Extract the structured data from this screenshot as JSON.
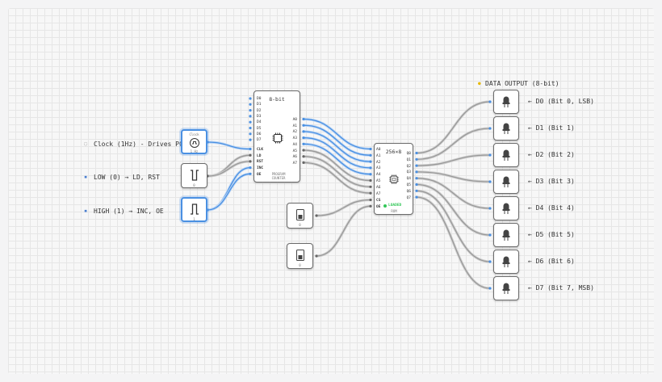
{
  "inputs": {
    "clock": {
      "label": "Clock (1Hz) - Drives PC",
      "title": "Clock",
      "freq": "1 Hz"
    },
    "low": {
      "label": "LOW (0) → LD, RST",
      "value": "0"
    },
    "high": {
      "label": "HIGH (1) → INC, OE",
      "value": "1"
    }
  },
  "counter": {
    "title": "8-bit",
    "name_line1": "PROGRAM",
    "name_line2": "COUNTER",
    "d_pins": [
      "D0",
      "D1",
      "D2",
      "D3",
      "D4",
      "D5",
      "D6",
      "D7"
    ],
    "ctrl_pins": [
      "CLK",
      "LD",
      "RST",
      "INC",
      "OE"
    ],
    "a_pins": [
      "A0",
      "A1",
      "A2",
      "A3",
      "A4",
      "A5",
      "A6",
      "A7"
    ]
  },
  "rom": {
    "title": "256×8",
    "status": "LOADED",
    "name": "ROM",
    "a_pins": [
      "A0",
      "A1",
      "A2",
      "A3",
      "A4",
      "A5",
      "A6",
      "A7"
    ],
    "ctrl_pins": [
      "CS",
      "OE"
    ],
    "q_pins": [
      "Q0",
      "Q1",
      "Q2",
      "Q3",
      "Q4",
      "Q5",
      "Q6",
      "Q7"
    ]
  },
  "switches": {
    "cs_value": "0",
    "oe_value": "0"
  },
  "output": {
    "header": "DATA OUTPUT (8-bit)",
    "labels": [
      "← D0 (Bit 0, LSB)",
      "← D1 (Bit 1)",
      "← D2 (Bit 2)",
      "← D3 (Bit 3)",
      "← D4 (Bit 4)",
      "← D5 (Bit 5)",
      "← D6 (Bit 6)",
      "← D7 (Bit 7, MSB)"
    ]
  },
  "colors": {
    "wire_active": "#4a90e2",
    "wire_idle": "#9a9a9a",
    "selected": "#4a90e2",
    "loaded": "#34c759"
  }
}
